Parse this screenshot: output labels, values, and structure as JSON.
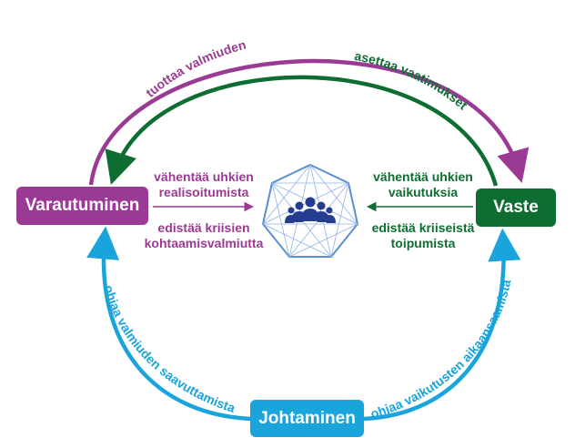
{
  "nodes": {
    "varautuminen": "Varautuminen",
    "vaste": "Vaste",
    "johtaminen": "Johtaminen"
  },
  "arcs": {
    "top_outer": "tuottaa valmiuden",
    "top_inner": "asettaa vaatimukset",
    "bottom_left": "ohjaa valmiuden saavuttamista",
    "bottom_right": "ohjaa vaikutusten aikaansaamista"
  },
  "left_labels": {
    "line1a": "vähentää uhkien",
    "line1b": "realisoitumista",
    "line2a": "edistää kriisien",
    "line2b": "kohtaamisvalmiutta"
  },
  "right_labels": {
    "line1a": "vähentää uhkien",
    "line1b": "vaikutuksia",
    "line2a": "edistää kriiseistä",
    "line2b": "toipumista"
  },
  "center_icon": "people-group-icon",
  "colors": {
    "purple": "#9b3a94",
    "green": "#0e6e32",
    "blue": "#1aa4dc",
    "navy": "#243d8e",
    "heptagon_line": "#5b8fd1"
  }
}
